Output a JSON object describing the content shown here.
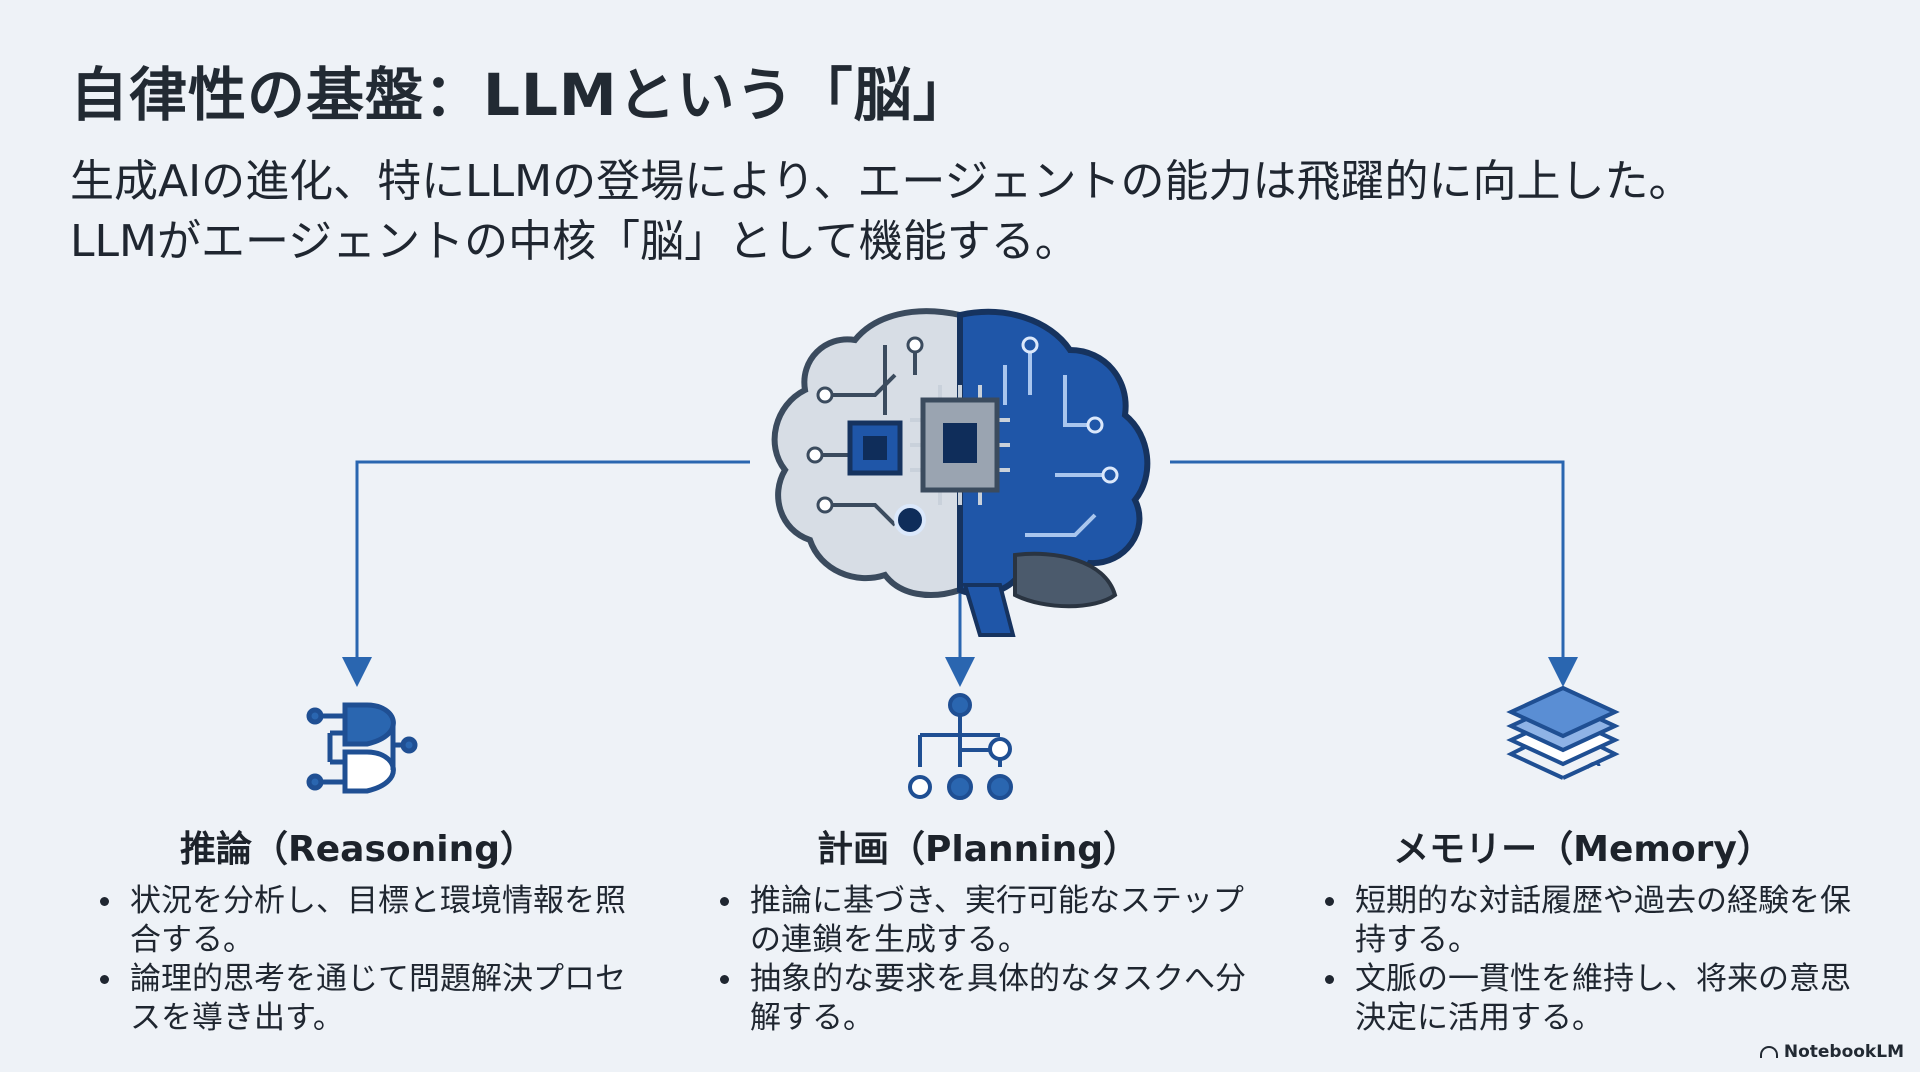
{
  "title": "自律性の基盤：LLMという「脳」",
  "lead": {
    "line1": "生成AIの進化、特にLLMの登場により、エージェントの能力は飛躍的に向上した。",
    "line2": "LLMがエージェントの中核「脳」として機能する。"
  },
  "center_icon": "brain-circuit-icon",
  "columns": [
    {
      "icon": "logic-gate-icon",
      "heading": "推論（Reasoning）",
      "bullets": [
        "状況を分析し、目標と環境情報を照合する。",
        "論理的思考を通じて問題解決プロセスを導き出す。"
      ]
    },
    {
      "icon": "flowchart-icon",
      "heading": "計画（Planning）",
      "bullets": [
        "推論に基づき、実行可能なステップの連鎖を生成する。",
        "抽象的な要求を具体的なタスクへ分解する。"
      ]
    },
    {
      "icon": "stacked-layers-icon",
      "heading": "メモリー（Memory）",
      "bullets": [
        "短期的な対話履歴や過去の経験を保持する。",
        "文脈の一貫性を維持し、将来の意思決定に活用する。"
      ]
    }
  ],
  "brand": "NotebookLM",
  "colors": {
    "background": "#eef2f7",
    "accent_blue": "#1f5fae",
    "text": "#1f2630"
  }
}
